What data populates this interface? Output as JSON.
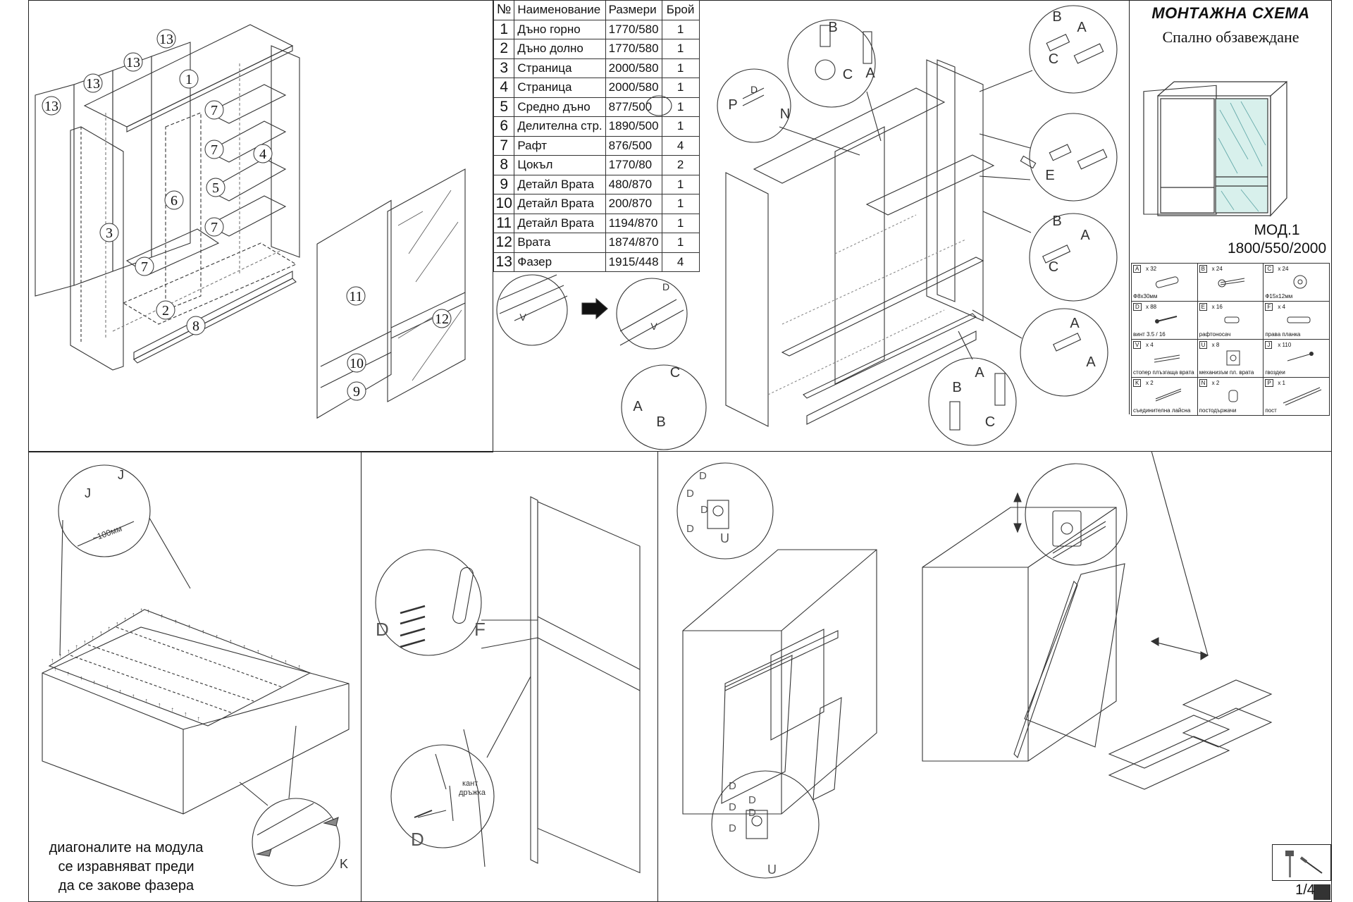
{
  "title": {
    "main": "МОНТАЖНА СХЕМА",
    "sub": "Спално обзавеждане",
    "model": "МОД.1",
    "dimensions": "1800/550/2000"
  },
  "parts_table": {
    "headers": [
      "№",
      "Наименование",
      "Размери",
      "Брой"
    ],
    "rows": [
      {
        "num": "1",
        "name": "Дъно горно",
        "size": "1770/580",
        "qty": "1"
      },
      {
        "num": "2",
        "name": "Дъно долно",
        "size": "1770/580",
        "qty": "1"
      },
      {
        "num": "3",
        "name": "Страница",
        "size": "2000/580",
        "qty": "1"
      },
      {
        "num": "4",
        "name": "Страница",
        "size": "2000/580",
        "qty": "1"
      },
      {
        "num": "5",
        "name": "Средно дъно",
        "size": "877/500",
        "qty": "1"
      },
      {
        "num": "6",
        "name": "Делителна стр.",
        "size": "1890/500",
        "qty": "1"
      },
      {
        "num": "7",
        "name": "Рафт",
        "size": "876/500",
        "qty": "4"
      },
      {
        "num": "8",
        "name": "Цокъл",
        "size": "1770/80",
        "qty": "2"
      },
      {
        "num": "9",
        "name": "Детайл  Врата",
        "size": "480/870",
        "qty": "1"
      },
      {
        "num": "10",
        "name": "Детайл  Врата",
        "size": "200/870",
        "qty": "1"
      },
      {
        "num": "11",
        "name": "Детайл  Врата",
        "size": "1194/870",
        "qty": "1"
      },
      {
        "num": "12",
        "name": "Врата",
        "size": "1874/870",
        "qty": "1"
      },
      {
        "num": "13",
        "name": "Фазер",
        "size": "1915/448",
        "qty": "4"
      }
    ]
  },
  "hardware": [
    {
      "code": "A",
      "qty": "x 32",
      "name": "Ф8х30мм"
    },
    {
      "code": "B",
      "qty": "x 24",
      "name": ""
    },
    {
      "code": "C",
      "qty": "x 24",
      "name": "Ф15х12мм"
    },
    {
      "code": "D",
      "qty": "x 88",
      "name": "винт 3.5 / 16"
    },
    {
      "code": "E",
      "qty": "x 16",
      "name": "рафтоносач"
    },
    {
      "code": "F",
      "qty": "x 4",
      "name": "права планка"
    },
    {
      "code": "V",
      "qty": "x 4",
      "name": "стопер плъзгаща врата"
    },
    {
      "code": "U",
      "qty": "x 8",
      "name": "механизъм пл. врата"
    },
    {
      "code": "J",
      "qty": "x 110",
      "name": "гвоздеи"
    },
    {
      "code": "K",
      "qty": "x 2",
      "name": "съединителна лайсна"
    },
    {
      "code": "N",
      "qty": "x 2",
      "name": "постодържачи"
    },
    {
      "code": "P",
      "qty": "x 1",
      "name": "пост"
    }
  ],
  "exploded_labels": [
    "1",
    "2",
    "3",
    "4",
    "5",
    "6",
    "7",
    "7",
    "7",
    "7",
    "8",
    "13",
    "13",
    "13",
    "13"
  ],
  "door_labels": [
    "9",
    "10",
    "11",
    "12"
  ],
  "detail_letters": {
    "A": "A",
    "B": "B",
    "C": "C",
    "D": "D",
    "E": "E",
    "F": "F",
    "J": "J",
    "K": "K",
    "N": "N",
    "P": "P",
    "U": "U",
    "V": "V"
  },
  "nail_spacing": "~100мм",
  "handle_label": [
    "кант",
    "дръжка"
  ],
  "caption": [
    "диагоналите на модула",
    "се изравняват преди",
    "да се закове фазера"
  ],
  "page": "1/4"
}
